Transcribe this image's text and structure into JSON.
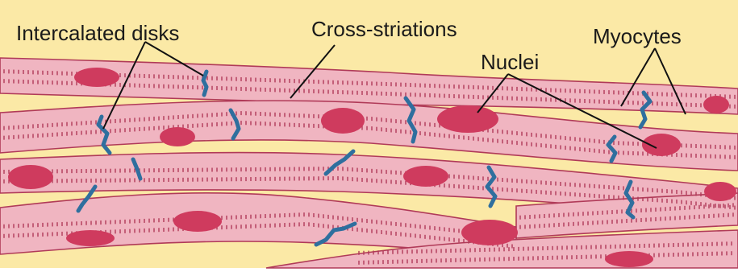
{
  "labels": {
    "intercalated_disks": "Intercalated disks",
    "cross_striations": "Cross-striations",
    "nuclei": "Nuclei",
    "myocytes": "Myocytes"
  },
  "colors": {
    "background": "#fbe9a6",
    "fiber_fill": "#f0b5c1",
    "fiber_outline": "#b03a58",
    "nucleus": "#cf3b5e",
    "intercalated_disk": "#2f6f9e",
    "label_text": "#1a1a1a"
  }
}
